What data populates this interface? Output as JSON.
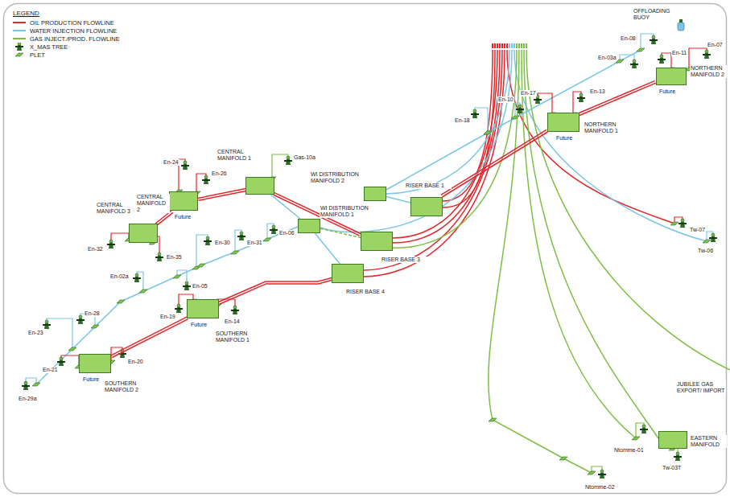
{
  "diagram": {
    "nodes": [
      {
        "text": [
          "NORTHERN MANIFOLD 2"
        ]
      },
      {
        "text": [
          "NORTHERN MANIFOLD 1"
        ]
      },
      {
        "text": [
          "CENTRAL MANIFOLD 1"
        ]
      },
      {
        "text": [
          "WI DISTRIBUTION MANIFOLD 2"
        ]
      },
      {
        "text": [
          "RISER BASE 1"
        ]
      },
      {
        "text": [
          "CENTRAL MANIFOLD 2"
        ]
      },
      {
        "text": [
          "CENTRAL MANIFOLD 3"
        ]
      },
      {
        "text": [
          "WI DISTRIBUTION MANIFOLD 1"
        ]
      },
      {
        "text": [
          "RISER BASE 3"
        ]
      },
      {
        "text": [
          "RISER BASE 4"
        ]
      },
      {
        "text": [
          "SOUTHERN MANIFOLD 1"
        ]
      },
      {
        "text": [
          "SOUTHERN MANIFOLD 2"
        ]
      },
      {
        "text": [
          "EASTERN MANIFOLD"
        ]
      }
    ],
    "edges": [
      {
        "from": 0,
        "to": 1,
        "arrow": "none"
      },
      {
        "from": 1,
        "to": 4,
        "arrow": "none"
      },
      {
        "from": 6,
        "to": 5,
        "arrow": "none"
      },
      {
        "from": 5,
        "to": 2,
        "arrow": "none"
      },
      {
        "from": 2,
        "to": 8,
        "arrow": "none"
      },
      {
        "from": 3,
        "to": 4,
        "arrow": "none"
      },
      {
        "from": 7,
        "to": 8,
        "arrow": "none"
      },
      {
        "from": 7,
        "to": 9,
        "arrow": "none"
      },
      {
        "from": 11,
        "to": 10,
        "arrow": "none"
      },
      {
        "from": 10,
        "to": 9,
        "arrow": "none"
      },
      {
        "from": 2,
        "to": 7,
        "arrow": "none"
      }
    ],
    "labels": [
      "LEGEND",
      "OFFLOADING BUOY",
      "En-08",
      "En-03a",
      "En-11",
      "En-07",
      "Future",
      "En-13",
      "En-17",
      "Future",
      "En-18",
      "En-10",
      "Gas-10a",
      "En-24",
      "En-26",
      "Future",
      "En-32",
      "En-35",
      "En-30",
      "En-31",
      "En-06",
      "En-05",
      "En-02a",
      "En-23",
      "En-28",
      "En-19",
      "Future",
      "En-14",
      "En-21",
      "Future",
      "En-20",
      "En-29a",
      "Tw-07",
      "Tw-06",
      "JUBILEE GAS EXPORT/ IMPORT",
      "Ntomme-01",
      "Tw-03T",
      "Ntomme-02"
    ],
    "legend": [
      {
        "text": "OIL PRODUCTION FLOWLINE",
        "color": "#e3262a"
      },
      {
        "text": "WATER INJECTION FLOWLINE",
        "color": "#79c6e6"
      },
      {
        "text": "GAS INJECT./PROD. FLOWLINE",
        "color": "#7cc043"
      },
      {
        "text": "X_MAS TREE"
      },
      {
        "text": "PLET"
      }
    ]
  }
}
